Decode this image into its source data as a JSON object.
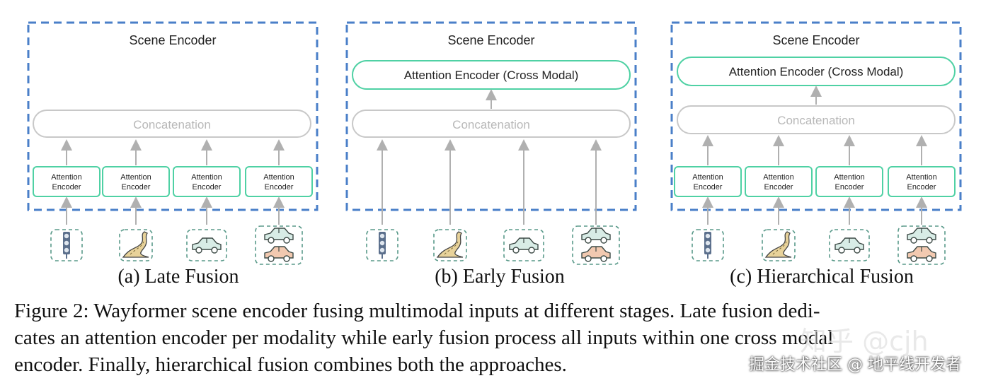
{
  "colors": {
    "panel_border": "#4a7fc8",
    "encoder_border": "#4fd1a4",
    "concat_border": "#c8c8c8",
    "concat_text": "#b8b8b8",
    "arrow": "#b0b0b0",
    "icon_border": "#5a9a8a",
    "traffic_light": "#5b6f8c",
    "road": "#e8d29a",
    "car_green": "#d8ece6",
    "car_orange": "#f2c9b0"
  },
  "icons": [
    "traffic-light-icon",
    "road-icon",
    "car-icon",
    "cars-icon"
  ],
  "panels": [
    {
      "title": "Scene Encoder",
      "concat": "Concatenation",
      "encoder_label_line1": "Attention",
      "encoder_label_line2": "Encoder",
      "sub_caption": "(a) Late Fusion"
    },
    {
      "title": "Scene Encoder",
      "cross": "Attention Encoder (Cross Modal)",
      "concat": "Concatenation",
      "sub_caption": "(b) Early Fusion"
    },
    {
      "title": "Scene Encoder",
      "cross": "Attention Encoder (Cross Modal)",
      "concat": "Concatenation",
      "encoder_label_line1": "Attention",
      "encoder_label_line2": "Encoder",
      "sub_caption": "(c) Hierarchical Fusion"
    }
  ],
  "caption": {
    "line1": "Figure 2: Wayformer scene encoder fusing multimodal inputs at different stages. Late fusion dedi-",
    "line2": "cates an attention encoder per modality while early fusion process all inputs within one cross modal",
    "line3": "encoder. Finally, hierarchical fusion combines both the approaches."
  },
  "watermark": {
    "zhihu": "知乎 @cjh",
    "juejin": "掘金技术社区 @ 地平线开发者"
  }
}
